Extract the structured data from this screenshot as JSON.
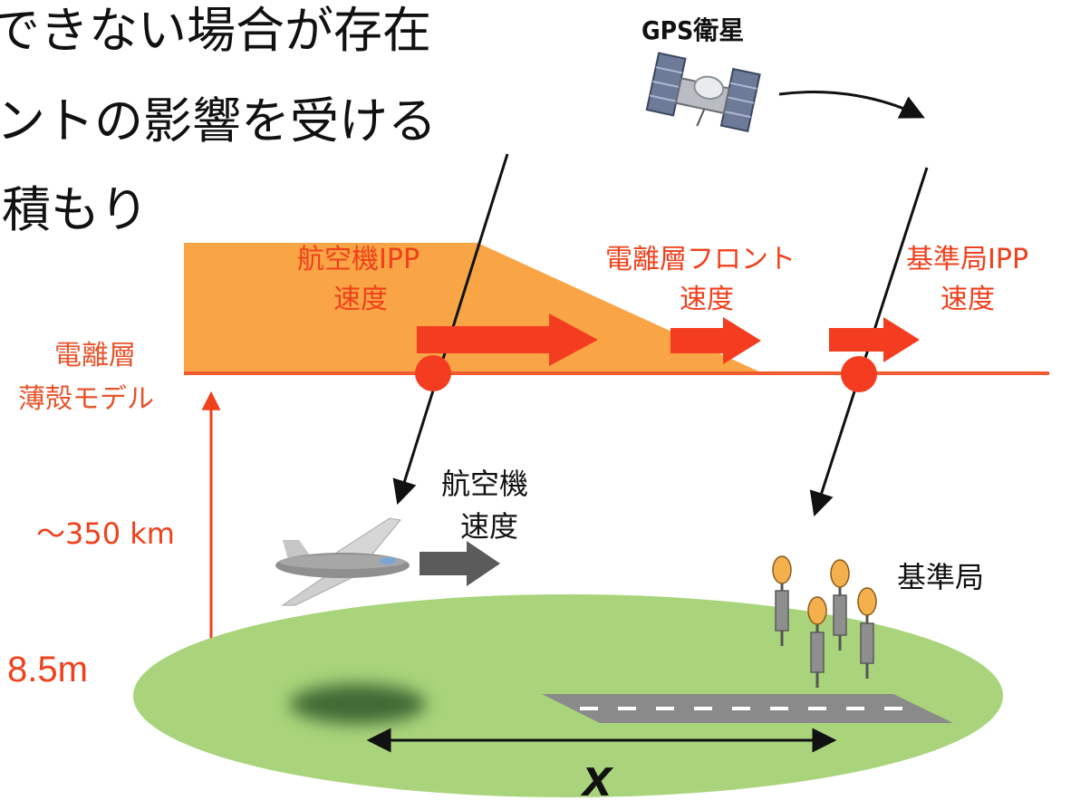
{
  "slide_text": {
    "line1": "できない場合が存在",
    "line2": "ントの影響を受ける",
    "line3": "積もり"
  },
  "labels": {
    "gps_satellite": "GPS衛星",
    "aircraft_ipp_line1": "航空機IPP",
    "aircraft_ipp_line2": "速度",
    "front_line1": "電離層フロント",
    "front_line2": "速度",
    "ref_ipp_line1": "基準局IPP",
    "ref_ipp_line2": "速度",
    "shell_line1": "電離層",
    "shell_line2": "薄殻モデル",
    "aircraft_speed_line1": "航空機",
    "aircraft_speed_line2": "速度",
    "ground_station": "基準局",
    "altitude": "～350 km",
    "distance": "8.5m",
    "x_label": "x"
  },
  "colors": {
    "ionosphere_fill": "#f9a545",
    "ionosphere_line": "#f25a30",
    "red_arrow": "#f43d20",
    "ground": "#a9d47b",
    "runway": "#8a8a8a",
    "aircraft_arrow": "#5b5b5b"
  }
}
